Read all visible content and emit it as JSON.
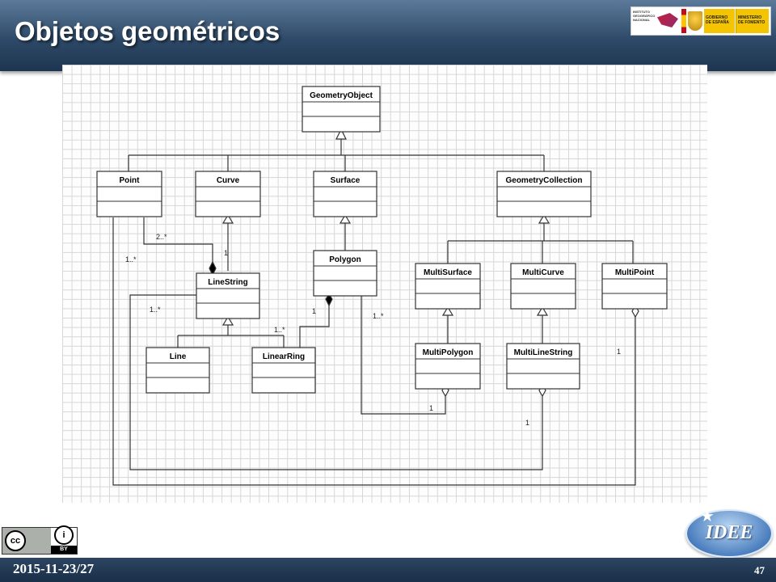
{
  "header": {
    "title": "Objetos geométricos"
  },
  "logos": {
    "ign_text": "INSTITUTO GEOGRÁFICO NACIONAL",
    "gobierno_text": "GOBIERNO DE ESPAÑA",
    "ministerio_text": "MINISTERIO DE FOMENTO"
  },
  "diagram": {
    "classes": {
      "geometry_object": "GeometryObject",
      "point": "Point",
      "curve": "Curve",
      "surface": "Surface",
      "geometry_collection": "GeometryCollection",
      "polygon": "Polygon",
      "line_string": "LineString",
      "multi_surface": "MultiSurface",
      "multi_curve": "MultiCurve",
      "multi_point": "MultiPoint",
      "line": "Line",
      "linear_ring": "LinearRing",
      "multi_polygon": "MultiPolygon",
      "multi_line_string": "MultiLineString"
    },
    "multiplicities": {
      "point_to_linestring": "2..*",
      "linestring_self": "1",
      "point_to_multipoint": "1..*",
      "linestring_to_multicurve": "1..*",
      "linearring_to_polygon_many": "1..*",
      "linearring_to_polygon_one": "1",
      "polygon_to_multipolygon": "1..*",
      "multipolygon_one": "1",
      "multilinestring_one": "1",
      "multipoint_one": "1"
    }
  },
  "footer": {
    "date": "2015-11-23/27",
    "page_number": "47"
  },
  "badges": {
    "cc_label": "BY",
    "idee_label": "IDEE"
  },
  "colors": {
    "header": "#2e4a68",
    "footer": "#1a2f48",
    "idee": "#4c7fbf"
  }
}
